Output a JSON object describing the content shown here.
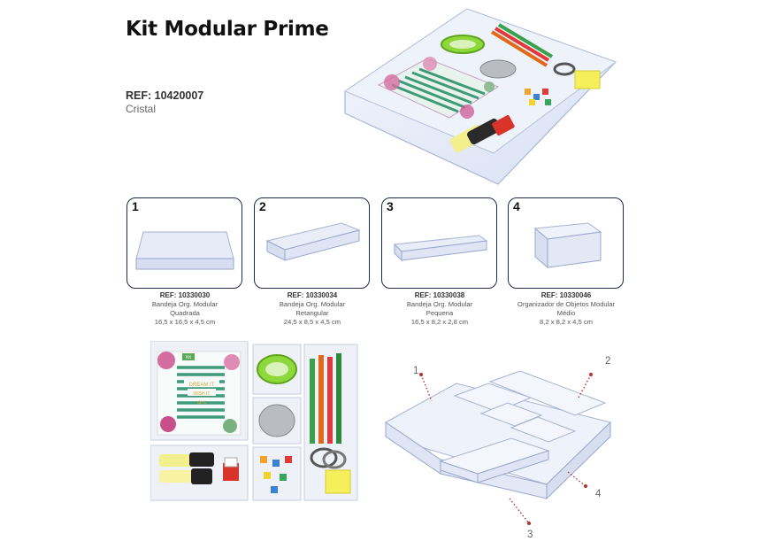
{
  "product": {
    "title": "Kit Modular Prime",
    "ref": "REF: 10420007",
    "color": "Cristal"
  },
  "items": [
    {
      "num": "1",
      "ref": "REF: 10330030",
      "name": "Bandeja Org. Modular",
      "name2": "Quadrada",
      "dims": "16,5 x 16,5 x 4,5 cm"
    },
    {
      "num": "2",
      "ref": "REF: 10330034",
      "name": "Bandeja Org. Modular",
      "name2": "Retangular",
      "dims": "24,5 x 8,5 x 4,5 cm"
    },
    {
      "num": "3",
      "ref": "REF: 10330038",
      "name": "Bandeja Org. Modular",
      "name2": "Pequena",
      "dims": "16,5 x 8,2 x 2,8 cm"
    },
    {
      "num": "4",
      "ref": "REF: 10330046",
      "name": "Organizador de Objetos Modular",
      "name2": "Médio",
      "dims": "8,2 x 8,2 x 4,5 cm"
    }
  ],
  "photo": {
    "notebook_brand": "Kit",
    "notebook_text1": "DREAM IT",
    "notebook_text2": "WISH IT",
    "notebook_text3": "do it"
  },
  "diagram_labels": {
    "l1": "1",
    "l2": "2",
    "l3": "3",
    "l4": "4"
  },
  "colors": {
    "border": "#1e2a4a",
    "tray": "#c9d3ea",
    "accent_red": "#b0342c"
  }
}
